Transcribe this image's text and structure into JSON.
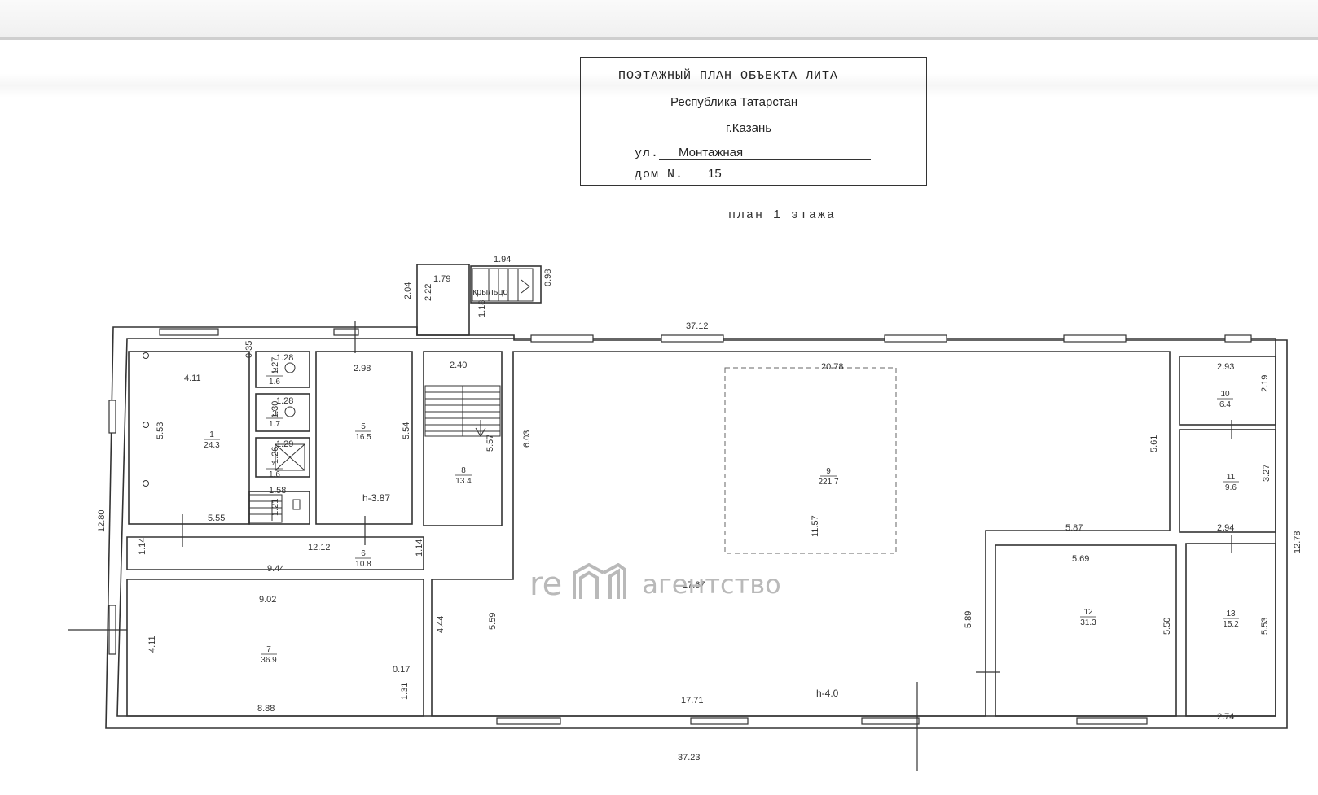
{
  "header": {
    "title": "ПОЭТАЖНЫЙ ПЛАН ОБЪЕКТА ЛИТА",
    "region": "Республика Татарстан",
    "city": "г.Казань",
    "street_prefix": "ул.",
    "street": "Монтажная",
    "house_prefix": "дом N.",
    "house": "15"
  },
  "plan_title": "план 1 этажа",
  "watermark": {
    "prefix": "re",
    "suffix": "агентство"
  },
  "rooms": [
    {
      "id": "1",
      "no": "1",
      "area": "24.3"
    },
    {
      "id": "2",
      "no": "2",
      "area": "1.6"
    },
    {
      "id": "3",
      "no": "3",
      "area": "1.7"
    },
    {
      "id": "4",
      "no": "4",
      "area": "1.6"
    },
    {
      "id": "5",
      "no": "5",
      "area": "16.5"
    },
    {
      "id": "6",
      "no": "6",
      "area": "10.8"
    },
    {
      "id": "7",
      "no": "7",
      "area": "36.9"
    },
    {
      "id": "8",
      "no": "8",
      "area": "13.4"
    },
    {
      "id": "9",
      "no": "9",
      "area": "221.7"
    },
    {
      "id": "10",
      "no": "10",
      "area": "6.4"
    },
    {
      "id": "11",
      "no": "11",
      "area": "9.6"
    },
    {
      "id": "12",
      "no": "12",
      "area": "31.3"
    },
    {
      "id": "13",
      "no": "13",
      "area": "15.2"
    }
  ],
  "labels": {
    "porch": "крыльцо",
    "h1": "h-3.87",
    "h2": "h-4.0"
  },
  "dimensions": [
    {
      "id": "porch-w",
      "text": "1.94"
    },
    {
      "id": "porch-d",
      "text": "0.98"
    },
    {
      "id": "vest-w",
      "text": "1.79"
    },
    {
      "id": "vest-h1",
      "text": "2.04"
    },
    {
      "id": "vest-h2",
      "text": "2.22"
    },
    {
      "id": "vest-h3",
      "text": "1.18"
    },
    {
      "id": "top-total",
      "text": "37.12"
    },
    {
      "id": "r1-w",
      "text": "4.11"
    },
    {
      "id": "r1-h",
      "text": "5.53"
    },
    {
      "id": "r2-w",
      "text": "1.28"
    },
    {
      "id": "r2-a",
      "text": "0.35"
    },
    {
      "id": "r2-h",
      "text": "1.27"
    },
    {
      "id": "r3-w",
      "text": "1.28"
    },
    {
      "id": "r3-h",
      "text": "1.30"
    },
    {
      "id": "r4-w",
      "text": "1.29"
    },
    {
      "id": "r4-h",
      "text": "1.26"
    },
    {
      "id": "stair-w",
      "text": "1.58"
    },
    {
      "id": "stair-h",
      "text": "1.21"
    },
    {
      "id": "r1-bot",
      "text": "5.55"
    },
    {
      "id": "r5-w",
      "text": "2.98"
    },
    {
      "id": "r5-h",
      "text": "5.54"
    },
    {
      "id": "r8-w",
      "text": "2.40"
    },
    {
      "id": "r8-h",
      "text": "5.57"
    },
    {
      "id": "r9-lh",
      "text": "6.03"
    },
    {
      "id": "r9-top",
      "text": "20.78"
    },
    {
      "id": "r9-rh",
      "text": "5.61"
    },
    {
      "id": "r9-mid",
      "text": "11.57"
    },
    {
      "id": "r9-17-67",
      "text": "17.67"
    },
    {
      "id": "r9-5-59",
      "text": "5.59"
    },
    {
      "id": "r9-bot",
      "text": "17.71"
    },
    {
      "id": "r10-w",
      "text": "2.93"
    },
    {
      "id": "r10-h",
      "text": "2.19"
    },
    {
      "id": "r11-h",
      "text": "3.27"
    },
    {
      "id": "r11-w",
      "text": "2.94"
    },
    {
      "id": "r12-top",
      "text": "5.87"
    },
    {
      "id": "r12-w",
      "text": "5.69"
    },
    {
      "id": "r12-lh",
      "text": "5.89"
    },
    {
      "id": "r12-rh",
      "text": "5.50"
    },
    {
      "id": "r13-h",
      "text": "5.53"
    },
    {
      "id": "r13-w",
      "text": "2.74"
    },
    {
      "id": "left-total",
      "text": "12.80"
    },
    {
      "id": "corr-h",
      "text": "1.14"
    },
    {
      "id": "corr-w",
      "text": "12.12"
    },
    {
      "id": "corr-h2",
      "text": "1.14"
    },
    {
      "id": "r7-top",
      "text": "9.44"
    },
    {
      "id": "r7-w",
      "text": "9.02"
    },
    {
      "id": "r7-h",
      "text": "4.11"
    },
    {
      "id": "r7-rh",
      "text": "4.44"
    },
    {
      "id": "r7-j",
      "text": "0.17"
    },
    {
      "id": "r7-j2",
      "text": "1.31"
    },
    {
      "id": "r7-bot",
      "text": "8.88"
    },
    {
      "id": "bot-total",
      "text": "37.23"
    },
    {
      "id": "right-total",
      "text": "12.78"
    }
  ]
}
